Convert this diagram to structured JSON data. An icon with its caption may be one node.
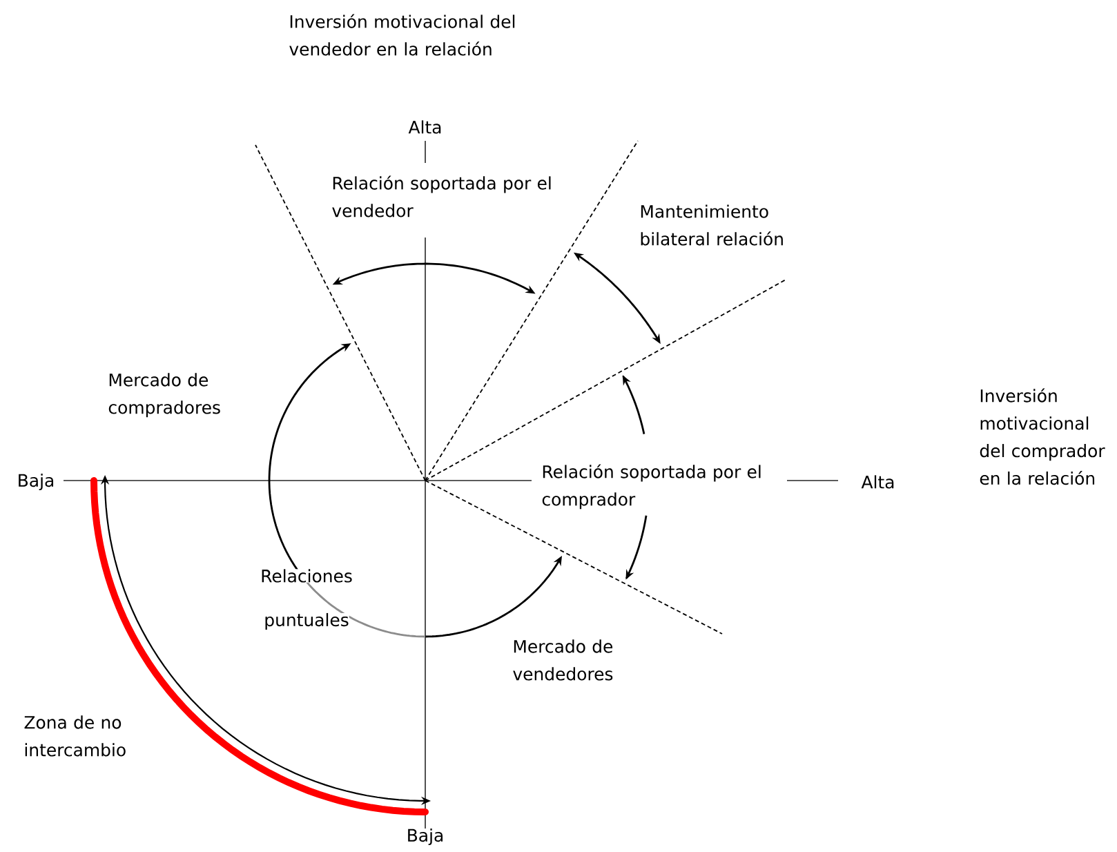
{
  "diagram": {
    "labels": [
      "Inversión motivacional del vendedor en la relación",
      "Alta",
      "Relación soportada por el vendedor",
      "Mantenimiento bilateral relación",
      "Mercado de compradores",
      "Inversión motivacional del comprador en la relación",
      "Baja",
      "Relación soportada por el comprador",
      "Alta",
      "Relaciones",
      "puntuales",
      "Mercado de vendedores",
      "Zona de no intercambio",
      "Baja"
    ]
  }
}
